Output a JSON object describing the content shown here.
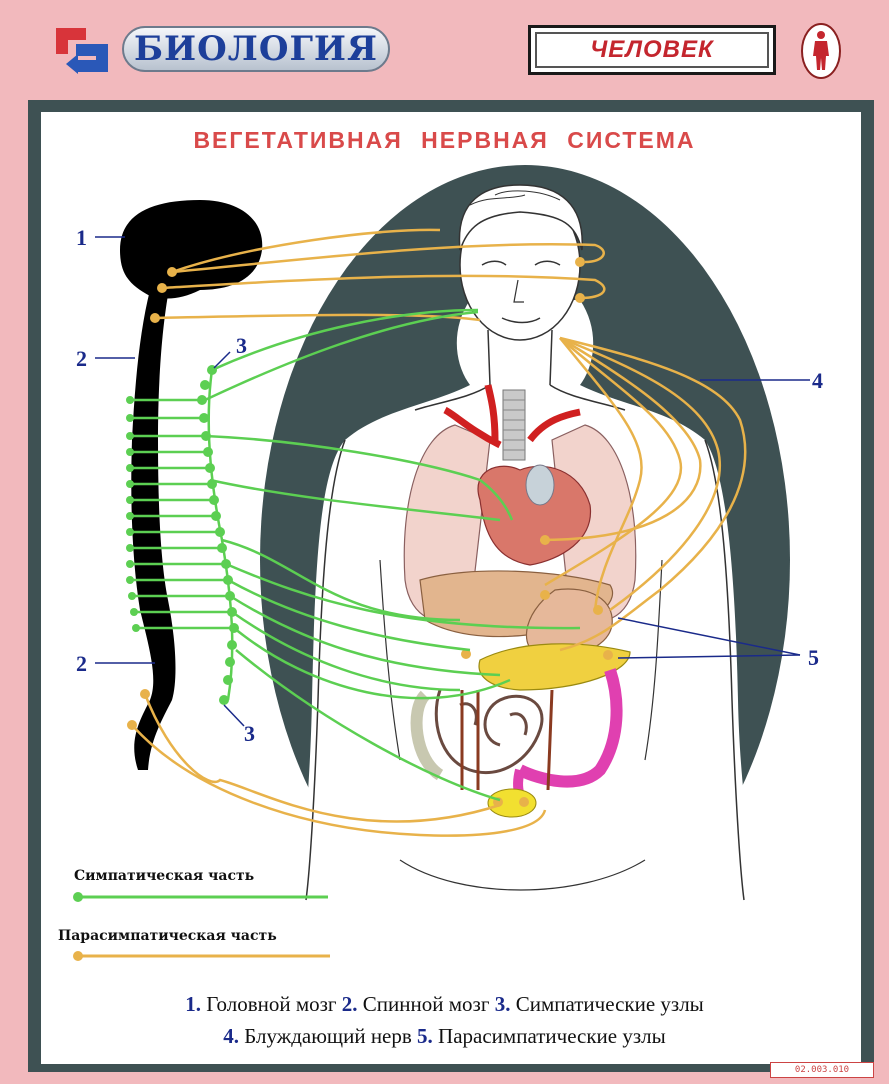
{
  "header": {
    "brand": "БИОЛОГИЯ",
    "section": "ЧЕЛОВЕК",
    "logo_icon": "arrows-logo-icon",
    "human_icon": "human-figure-icon"
  },
  "title": "ВЕГЕТАТИВНАЯ НЕРВНАЯ СИСТЕМА",
  "markers": [
    "1",
    "2",
    "3",
    "2",
    "3",
    "4",
    "5"
  ],
  "legend": [
    {
      "label": "Симпатическая часть",
      "color": "#5ccf52"
    },
    {
      "label": "Парасимпатическая часть",
      "color": "#e8b24a"
    }
  ],
  "captions": {
    "line1": [
      {
        "num": "1.",
        "text": "Головной мозг"
      },
      {
        "num": "2.",
        "text": "Спинной мозг"
      },
      {
        "num": "3.",
        "text": "Симпатические узлы"
      }
    ],
    "line2": [
      {
        "num": "4.",
        "text": "Блуждающий нерв"
      },
      {
        "num": "5.",
        "text": "Парасимпатические узлы"
      }
    ]
  },
  "stamp": "02.003.010",
  "colors": {
    "background": "#f2b9bd",
    "panel": "#3e5153",
    "title": "#d94a4a",
    "sympathetic": "#5ccf52",
    "parasympathetic": "#e8b24a",
    "numbers": "#1a2a8a"
  }
}
